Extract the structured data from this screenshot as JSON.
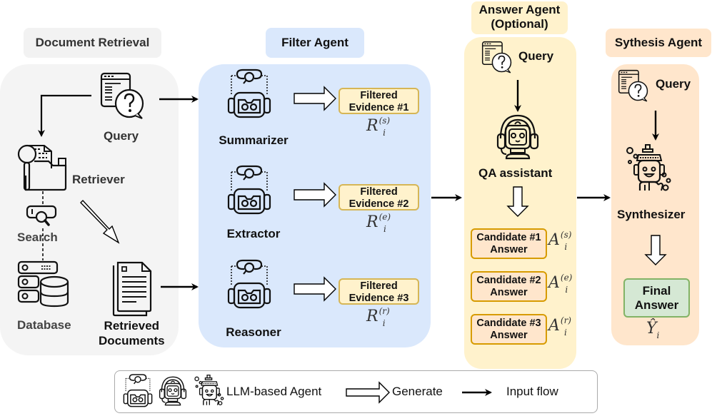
{
  "colors": {
    "retrieval_panel": "#f4f4f4",
    "filter_panel": "#dae8fc",
    "answer_panel": "#fff2cc",
    "synthesis_panel": "#ffe6cc",
    "evidence_fill": "#fff2cc",
    "evidence_border": "#d6b656",
    "candidate_fill": "#ffe6cc",
    "candidate_border": "#d79b00",
    "final_fill": "#d5e8d4",
    "final_border": "#82b366"
  },
  "sections": {
    "retrieval": {
      "title": "Document Retrieval",
      "query_label": "Query",
      "retriever_label": "Retriever",
      "search_label": "Search",
      "database_label": "Database",
      "retrieved_docs_line1": "Retrieved",
      "retrieved_docs_line2": "Documents"
    },
    "filter": {
      "title": "Filter Agent",
      "agents": [
        {
          "name": "Summarizer",
          "evidence_line1": "Filtered",
          "evidence_line2": "Evidence #1",
          "symbol_base": "R",
          "symbol_sup": "(s)",
          "symbol_sub": "i"
        },
        {
          "name": "Extractor",
          "evidence_line1": "Filtered",
          "evidence_line2": "Evidence #2",
          "symbol_base": "R",
          "symbol_sup": "(e)",
          "symbol_sub": "i"
        },
        {
          "name": "Reasoner",
          "evidence_line1": "Filtered",
          "evidence_line2": "Evidence #3",
          "symbol_base": "R",
          "symbol_sup": "(r)",
          "symbol_sub": "i"
        }
      ]
    },
    "answer": {
      "title_line1": "Answer Agent",
      "title_line2": "(Optional)",
      "query_label": "Query",
      "agent_label": "QA assistant",
      "candidates": [
        {
          "line1": "Candidate #1",
          "line2": "Answer",
          "symbol_base": "A",
          "symbol_sup": "(s)",
          "symbol_sub": "i"
        },
        {
          "line1": "Candidate #2",
          "line2": "Answer",
          "symbol_base": "A",
          "symbol_sup": "(e)",
          "symbol_sub": "i"
        },
        {
          "line1": "Candidate #3",
          "line2": "Answer",
          "symbol_base": "A",
          "symbol_sup": "(r)",
          "symbol_sub": "i"
        }
      ]
    },
    "synthesis": {
      "title": "Sythesis Agent",
      "query_label": "Query",
      "agent_label": "Synthesizer",
      "final_line1": "Final",
      "final_line2": "Answer",
      "final_symbol_base": "Ŷ",
      "final_symbol_sub": "i"
    }
  },
  "legend": {
    "agent_label": "LLM-based Agent",
    "generate_label": "Generate",
    "input_flow_label": "Input flow"
  }
}
